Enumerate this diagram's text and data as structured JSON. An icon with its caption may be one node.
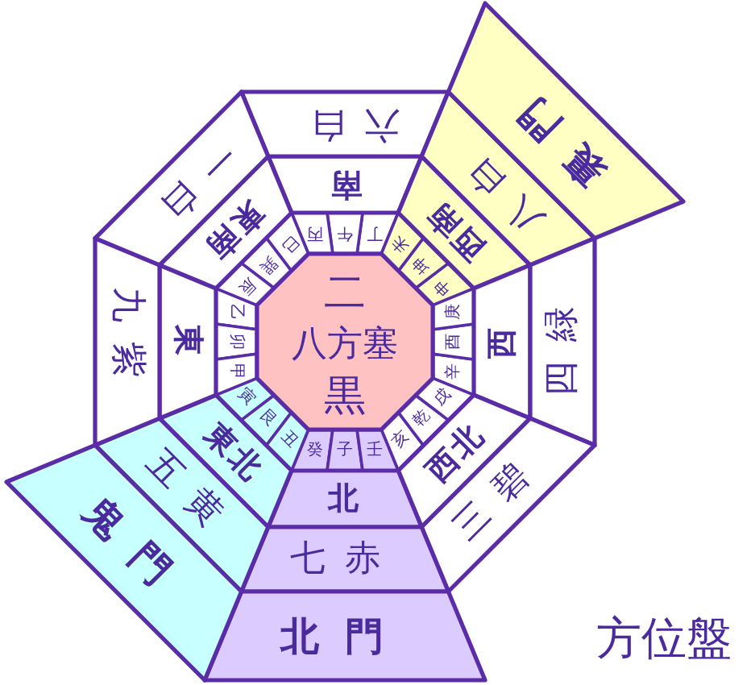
{
  "diagram": {
    "nodes": [
      {
        "text": [
          "二",
          "八方塞",
          "黒"
        ]
      },
      {
        "text": [
          "丁"
        ]
      },
      {
        "text": [
          "午"
        ]
      },
      {
        "text": [
          "丙"
        ]
      },
      {
        "text": [
          "南"
        ]
      },
      {
        "text": [
          "六白"
        ]
      },
      {
        "text": [
          "申"
        ]
      },
      {
        "text": [
          "坤"
        ]
      },
      {
        "text": [
          "未"
        ]
      },
      {
        "text": [
          "西南"
        ]
      },
      {
        "text": [
          "八白"
        ]
      },
      {
        "text": [
          "裏門"
        ]
      },
      {
        "text": [
          "辛"
        ]
      },
      {
        "text": [
          "酉"
        ]
      },
      {
        "text": [
          "庚"
        ]
      },
      {
        "text": [
          "西"
        ]
      },
      {
        "text": [
          "四緑"
        ]
      },
      {
        "text": [
          "亥"
        ]
      },
      {
        "text": [
          "乾"
        ]
      },
      {
        "text": [
          "戌"
        ]
      },
      {
        "text": [
          "西北"
        ]
      },
      {
        "text": [
          "三碧"
        ]
      },
      {
        "text": [
          "癸"
        ]
      },
      {
        "text": [
          "子"
        ]
      },
      {
        "text": [
          "壬"
        ]
      },
      {
        "text": [
          "北"
        ]
      },
      {
        "text": [
          "七赤"
        ]
      },
      {
        "text": [
          "北門"
        ]
      },
      {
        "text": [
          "寅"
        ]
      },
      {
        "text": [
          "艮"
        ]
      },
      {
        "text": [
          "丑"
        ]
      },
      {
        "text": [
          "東北"
        ]
      },
      {
        "text": [
          "五黄"
        ]
      },
      {
        "text": [
          "鬼門"
        ]
      },
      {
        "text": [
          "乙"
        ]
      },
      {
        "text": [
          "卯"
        ]
      },
      {
        "text": [
          "甲"
        ]
      },
      {
        "text": [
          "東"
        ]
      },
      {
        "text": [
          "九紫"
        ]
      },
      {
        "text": [
          "巳"
        ]
      },
      {
        "text": [
          "巽"
        ]
      },
      {
        "text": [
          "辰"
        ]
      },
      {
        "text": [
          "東南"
        ]
      },
      {
        "text": [
          "一白"
        ]
      }
    ],
    "labels": [
      "方位盤"
    ]
  }
}
